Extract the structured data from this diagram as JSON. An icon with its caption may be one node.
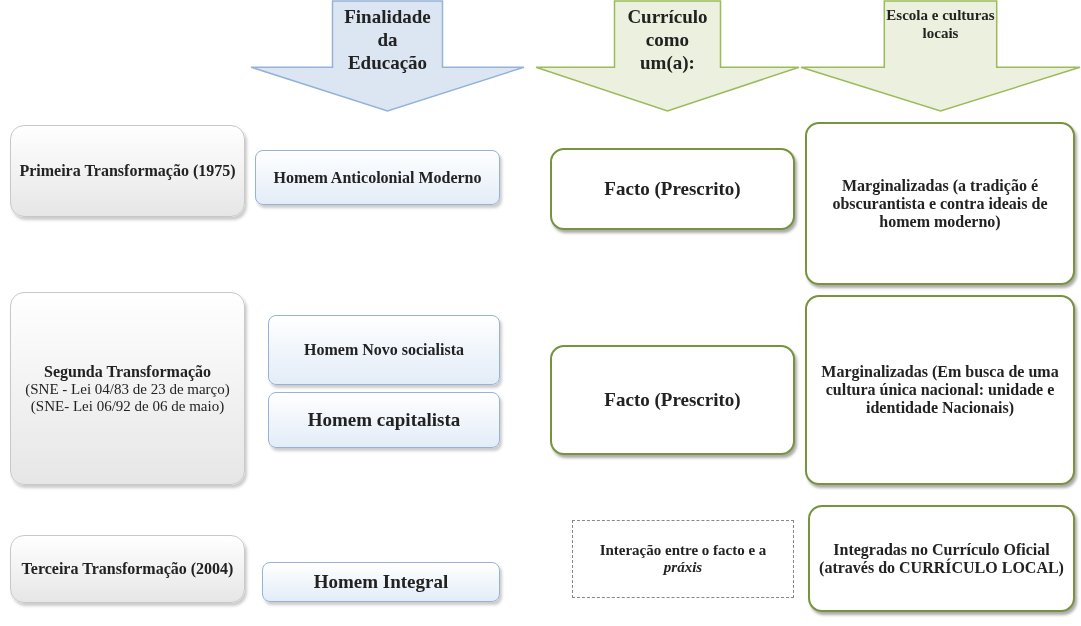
{
  "diagram": {
    "nodes": [
      {
        "text": [
          "Finalidade da Educação"
        ]
      },
      {
        "text": [
          "Currículo como um(a):"
        ]
      },
      {
        "text": [
          "Escola e culturas locais"
        ]
      },
      {
        "text": [
          "Primeira Transformação (1975)"
        ]
      },
      {
        "text": [
          "Homem Anticolonial Moderno"
        ]
      },
      {
        "text": [
          "Facto (Prescrito)"
        ]
      },
      {
        "text": [
          "Marginalizadas (a tradição é obscurantista e contra ideais de homem moderno)"
        ]
      },
      {
        "text": [
          "Segunda Transformação",
          "(SNE - Lei 04/83 de 23 de março)",
          "(SNE- Lei 06/92 de 06 de maio)"
        ]
      },
      {
        "text": [
          "Homem Novo socialista"
        ]
      },
      {
        "text": [
          "Homem capitalista"
        ]
      },
      {
        "text": [
          "Facto (Prescrito)"
        ]
      },
      {
        "text": [
          "Marginalizadas (Em busca de uma cultura única nacional: unidade e identidade Nacionais)"
        ]
      },
      {
        "text": [
          "Terceira Transformação (2004)"
        ]
      },
      {
        "text": [
          "Homem Integral"
        ]
      },
      {
        "text": [
          "Interação entre o facto e a *práxis*"
        ]
      },
      {
        "text": [
          "Integradas no Currículo Oficial (através do CURRÍCULO LOCAL)"
        ]
      }
    ],
    "edges": []
  }
}
